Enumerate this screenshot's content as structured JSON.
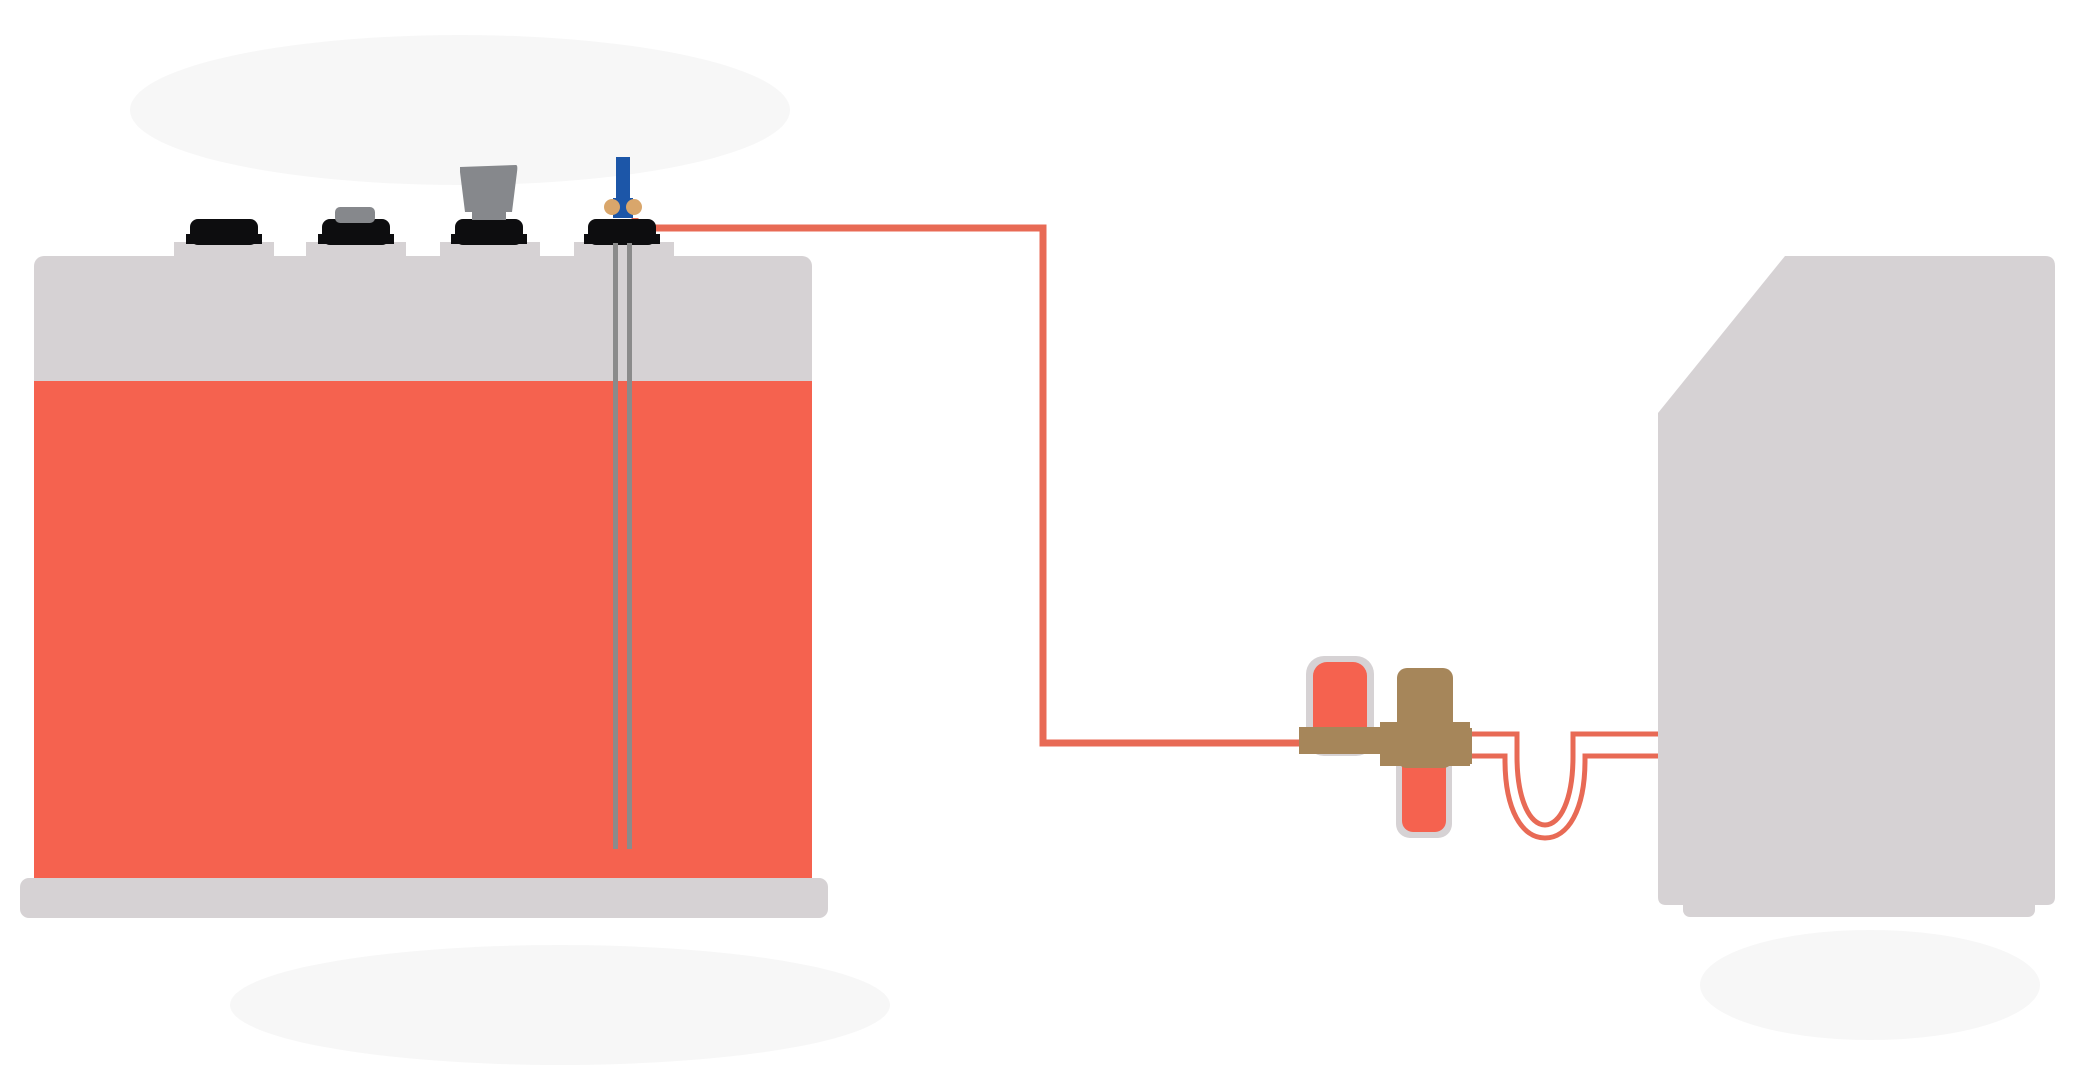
{
  "colors": {
    "background": "#ffffff",
    "tank_body": "#d6d2d4",
    "fuel": "#f5624f",
    "pipe": "#e86a55",
    "cap_black": "#0d0d0f",
    "cap_grey": "#86888c",
    "vent_blue": "#1c56a8",
    "filter_brass": "#a6865a",
    "nut_tan": "#d9a66b",
    "dip_tube": "#8b8b8b",
    "shadow": "#f7f7f7"
  },
  "components": {
    "storage_tank": "oil-storage-tank",
    "tank_fittings": [
      "fill-cap",
      "gauge-cap",
      "vent-cap",
      "outlet-valve"
    ],
    "filter": "oil-filter-valve",
    "boiler": "boiler-unit"
  }
}
